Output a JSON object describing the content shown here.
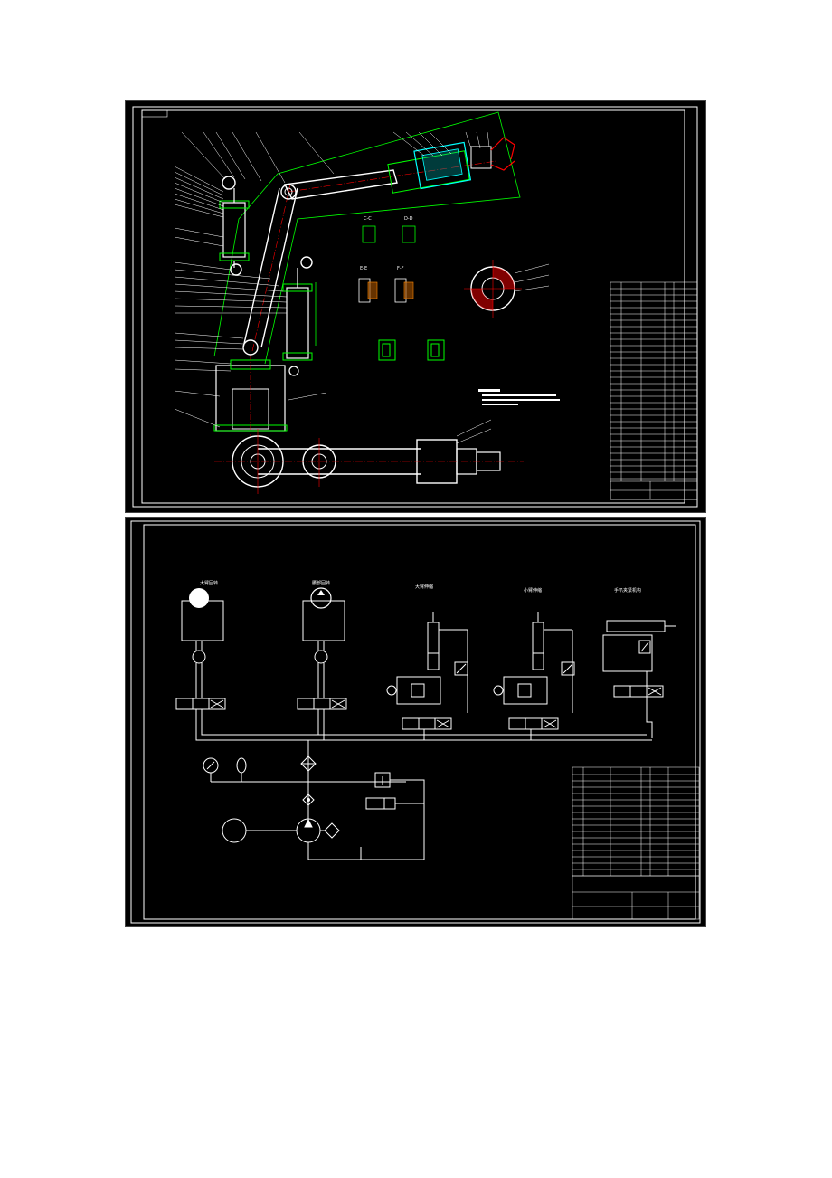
{
  "colors": {
    "background": "#000000",
    "line": "#ffffff",
    "part_outline": "#00ff00",
    "centerline": "#ff0000",
    "section": "#00ffff",
    "hatch": "#ff00ff",
    "accent": "#ffff00"
  },
  "top_sheet": {
    "section_labels": [
      "C-C",
      "D-D",
      "E-E",
      "F-F"
    ]
  },
  "bottom_sheet": {
    "circuit_labels": [
      "大臂回转",
      "腰部回转",
      "大臂伸缩",
      "小臂伸缩",
      "手爪夹紧机构"
    ]
  },
  "icons": {
    "motor": "motor-symbol-icon",
    "pump": "pump-symbol-icon",
    "valve": "directional-valve-icon",
    "gauge": "pressure-gauge-icon",
    "filter": "filter-icon"
  }
}
